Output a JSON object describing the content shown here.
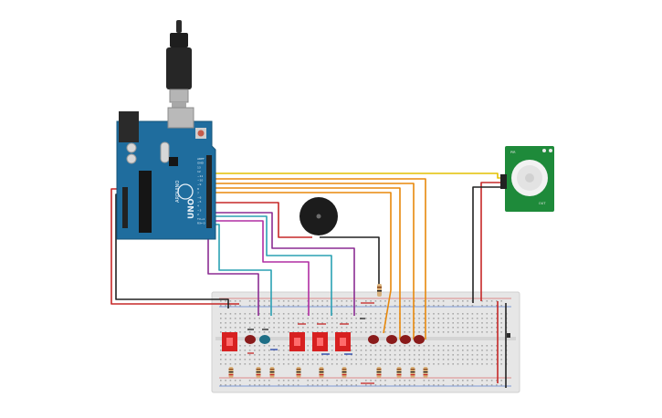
{
  "arduino": {
    "brand_text": "ARDUINO",
    "model_text": "UNO",
    "pin_labels_right": [
      "AREF",
      "GND",
      "13",
      "12",
      "~11",
      "~10",
      "~9",
      "8",
      "7",
      "~6",
      "~5",
      "4",
      "~3",
      "2",
      "TX→1",
      "RX←0"
    ]
  },
  "pir": {
    "silk_left": "PIR",
    "silk_right": "OUT"
  },
  "colors": {
    "yellow": "#e3c100",
    "orange": "#e8890c",
    "purple": "#8b2c93",
    "teal": "#2aa1b3",
    "magenta": "#b12ea3",
    "red": "#c62828",
    "black": "#222222",
    "board": "#1f6d9e",
    "breadboard": "#e6e6e6"
  }
}
